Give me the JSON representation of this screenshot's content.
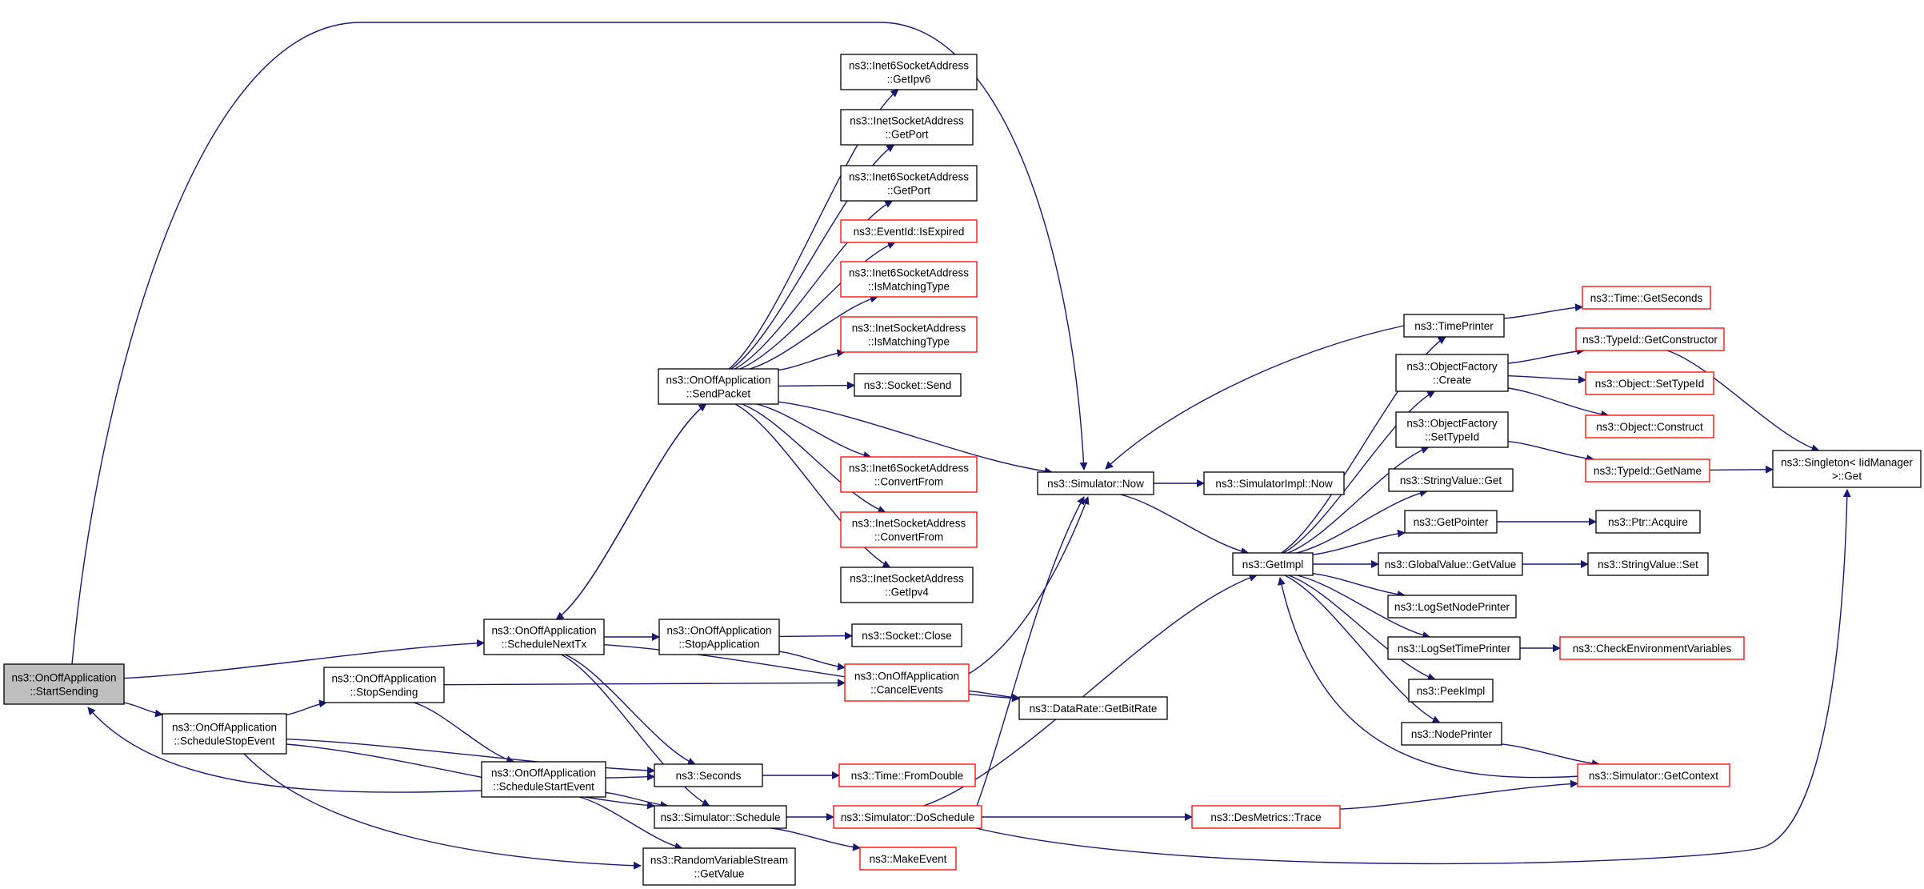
{
  "colors": {
    "edge": "#191970",
    "node_border_documented": "#000000",
    "node_border_truncated": "#ff0000",
    "root_fill": "#bfbfbf",
    "node_fill": "#ffffff"
  },
  "nodes": [
    {
      "id": "startsending",
      "lines": [
        "ns3::OnOffApplication",
        "::StartSending"
      ],
      "style": "root"
    },
    {
      "id": "schedulestopevent",
      "lines": [
        "ns3::OnOffApplication",
        "::ScheduleStopEvent"
      ],
      "style": "black"
    },
    {
      "id": "schedulenexttx",
      "lines": [
        "ns3::OnOffApplication",
        "::ScheduleNextTx"
      ],
      "style": "black"
    },
    {
      "id": "stopsending",
      "lines": [
        "ns3::OnOffApplication",
        "::StopSending"
      ],
      "style": "black"
    },
    {
      "id": "schedulestartevent",
      "lines": [
        "ns3::OnOffApplication",
        "::ScheduleStartEvent"
      ],
      "style": "black"
    },
    {
      "id": "sendpacket",
      "lines": [
        "ns3::OnOffApplication",
        "::SendPacket"
      ],
      "style": "black"
    },
    {
      "id": "stopapplication",
      "lines": [
        "ns3::OnOffApplication",
        "::StopApplication"
      ],
      "style": "black"
    },
    {
      "id": "seconds",
      "lines": [
        "ns3::Seconds"
      ],
      "style": "black"
    },
    {
      "id": "simschedule",
      "lines": [
        "ns3::Simulator::Schedule"
      ],
      "style": "black"
    },
    {
      "id": "randomgetvalue",
      "lines": [
        "ns3::RandomVariableStream",
        "::GetValue"
      ],
      "style": "black"
    },
    {
      "id": "inet6getipv6",
      "lines": [
        "ns3::Inet6SocketAddress",
        "::GetIpv6"
      ],
      "style": "black"
    },
    {
      "id": "inetgetport",
      "lines": [
        "ns3::InetSocketAddress",
        "::GetPort"
      ],
      "style": "black"
    },
    {
      "id": "inet6getport",
      "lines": [
        "ns3::Inet6SocketAddress",
        "::GetPort"
      ],
      "style": "black"
    },
    {
      "id": "eventidisexpired",
      "lines": [
        "ns3::EventId::IsExpired"
      ],
      "style": "red"
    },
    {
      "id": "inet6ismatching",
      "lines": [
        "ns3::Inet6SocketAddress",
        "::IsMatchingType"
      ],
      "style": "red"
    },
    {
      "id": "inetismatching",
      "lines": [
        "ns3::InetSocketAddress",
        "::IsMatchingType"
      ],
      "style": "red"
    },
    {
      "id": "socketsend",
      "lines": [
        "ns3::Socket::Send"
      ],
      "style": "black"
    },
    {
      "id": "inet6convertfrom",
      "lines": [
        "ns3::Inet6SocketAddress",
        "::ConvertFrom"
      ],
      "style": "red"
    },
    {
      "id": "inetconvertfrom",
      "lines": [
        "ns3::InetSocketAddress",
        "::ConvertFrom"
      ],
      "style": "red"
    },
    {
      "id": "inetgetipv4",
      "lines": [
        "ns3::InetSocketAddress",
        "::GetIpv4"
      ],
      "style": "black"
    },
    {
      "id": "socketclose",
      "lines": [
        "ns3::Socket::Close"
      ],
      "style": "black"
    },
    {
      "id": "cancelevents",
      "lines": [
        "ns3::OnOffApplication",
        "::CancelEvents"
      ],
      "style": "red"
    },
    {
      "id": "timefromdouble",
      "lines": [
        "ns3::Time::FromDouble"
      ],
      "style": "red"
    },
    {
      "id": "simdoschedule",
      "lines": [
        "ns3::Simulator::DoSchedule"
      ],
      "style": "red"
    },
    {
      "id": "makeevent",
      "lines": [
        "ns3::MakeEvent"
      ],
      "style": "red"
    },
    {
      "id": "simnow",
      "lines": [
        "ns3::Simulator::Now"
      ],
      "style": "black"
    },
    {
      "id": "datarategetbitrate",
      "lines": [
        "ns3::DataRate::GetBitRate"
      ],
      "style": "black"
    },
    {
      "id": "simimplnow",
      "lines": [
        "ns3::SimulatorImpl::Now"
      ],
      "style": "black"
    },
    {
      "id": "getimpl",
      "lines": [
        "ns3::GetImpl"
      ],
      "style": "black"
    },
    {
      "id": "desmetricstrace",
      "lines": [
        "ns3::DesMetrics::Trace"
      ],
      "style": "red"
    },
    {
      "id": "timeprinter",
      "lines": [
        "ns3::TimePrinter"
      ],
      "style": "black"
    },
    {
      "id": "objfactorycreate",
      "lines": [
        "ns3::ObjectFactory",
        "::Create"
      ],
      "style": "black"
    },
    {
      "id": "objfactorysettypeid",
      "lines": [
        "ns3::ObjectFactory",
        "::SetTypeId"
      ],
      "style": "black"
    },
    {
      "id": "stringvalueget",
      "lines": [
        "ns3::StringValue::Get"
      ],
      "style": "black"
    },
    {
      "id": "getpointer",
      "lines": [
        "ns3::GetPointer"
      ],
      "style": "black"
    },
    {
      "id": "globalvaluegetvalue",
      "lines": [
        "ns3::GlobalValue::GetValue"
      ],
      "style": "black"
    },
    {
      "id": "logsetnodeprinter",
      "lines": [
        "ns3::LogSetNodePrinter"
      ],
      "style": "black"
    },
    {
      "id": "logsettimeprinter",
      "lines": [
        "ns3::LogSetTimePrinter"
      ],
      "style": "black"
    },
    {
      "id": "peekimpl",
      "lines": [
        "ns3::PeekImpl"
      ],
      "style": "black"
    },
    {
      "id": "nodeprinter",
      "lines": [
        "ns3::NodePrinter"
      ],
      "style": "black"
    },
    {
      "id": "timegetseconds",
      "lines": [
        "ns3::Time::GetSeconds"
      ],
      "style": "red"
    },
    {
      "id": "typeidgetconstructor",
      "lines": [
        "ns3::TypeId::GetConstructor"
      ],
      "style": "red"
    },
    {
      "id": "objectsettypeid",
      "lines": [
        "ns3::Object::SetTypeId"
      ],
      "style": "red"
    },
    {
      "id": "objectconstruct",
      "lines": [
        "ns3::Object::Construct"
      ],
      "style": "red"
    },
    {
      "id": "typeidgetname",
      "lines": [
        "ns3::TypeId::GetName"
      ],
      "style": "red"
    },
    {
      "id": "ptracquire",
      "lines": [
        "ns3::Ptr::Acquire"
      ],
      "style": "black"
    },
    {
      "id": "stringvalueset",
      "lines": [
        "ns3::StringValue::Set"
      ],
      "style": "black"
    },
    {
      "id": "checkenvvars",
      "lines": [
        "ns3::CheckEnvironmentVariables"
      ],
      "style": "red"
    },
    {
      "id": "simgetcontext",
      "lines": [
        "ns3::Simulator::GetContext"
      ],
      "style": "red"
    },
    {
      "id": "singletonget",
      "lines": [
        "ns3::Singleton< IidManager",
        " >::Get"
      ],
      "style": "black"
    }
  ]
}
